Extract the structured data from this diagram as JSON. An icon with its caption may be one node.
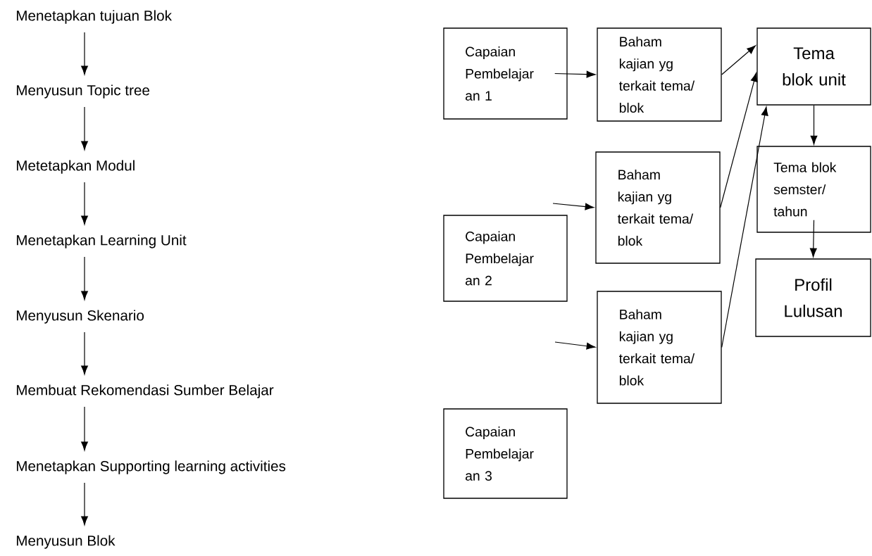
{
  "diagram": {
    "nodes": [
      {
        "text": [
          "Menetapkan tujuan Blok"
        ]
      },
      {
        "text": [
          "Menyusun Topic tree"
        ]
      },
      {
        "text": [
          "Metetapkan Modul"
        ]
      },
      {
        "text": [
          "Menetapkan Learning Unit"
        ]
      },
      {
        "text": [
          "Menyusun Skenario"
        ]
      },
      {
        "text": [
          "Membuat Rekomendasi Sumber Belajar"
        ]
      },
      {
        "text": [
          "Menetapkan Supporting learning activities"
        ]
      },
      {
        "text": [
          "Menyusun Blok"
        ]
      },
      {
        "text": [
          "Capaian Pembelajar an 1"
        ]
      },
      {
        "text": [
          "Baham kajian yg terkait tema/ blok"
        ]
      },
      {
        "text": [
          "Tema blok unit"
        ]
      },
      {
        "text": [
          "Baham kajian yg terkait tema/ blok"
        ]
      },
      {
        "text": [
          "Tema blok semster/ tahun"
        ]
      },
      {
        "text": [
          "Capaian Pembelajar an 2"
        ]
      },
      {
        "text": [
          "Profil Lulusan"
        ]
      },
      {
        "text": [
          "Baham kajian yg terkait tema/ blok"
        ]
      },
      {
        "text": [
          "Capaian Pembelajar an 3"
        ]
      }
    ],
    "edges": [
      {
        "from": 0,
        "to": 1,
        "arrow": "to"
      },
      {
        "from": 1,
        "to": 2,
        "arrow": "to"
      },
      {
        "from": 2,
        "to": 3,
        "arrow": "to"
      },
      {
        "from": 3,
        "to": 4,
        "arrow": "to"
      },
      {
        "from": 4,
        "to": 5,
        "arrow": "to"
      },
      {
        "from": 5,
        "to": 6,
        "arrow": "to"
      },
      {
        "from": 6,
        "to": 7,
        "arrow": "to"
      },
      {
        "from": 8,
        "to": 9,
        "arrow": "to"
      },
      {
        "from": 9,
        "to": 10,
        "arrow": "to"
      },
      {
        "from": null,
        "to": 11,
        "arrow": "to"
      },
      {
        "from": 11,
        "to": 10,
        "arrow": "to"
      },
      {
        "from": null,
        "to": 15,
        "arrow": "to"
      },
      {
        "from": 15,
        "to": 10,
        "arrow": "to"
      },
      {
        "from": 10,
        "to": 12,
        "arrow": "to"
      },
      {
        "from": 12,
        "to": 14,
        "arrow": "to"
      }
    ]
  }
}
